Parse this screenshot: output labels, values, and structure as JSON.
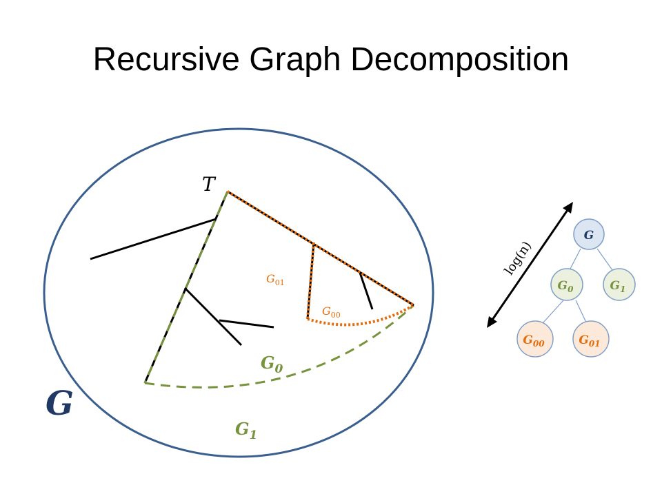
{
  "title": "Recursive Graph Decomposition",
  "labels": {
    "graph": "G",
    "tree": "T",
    "g0_main": "G",
    "g0_sub": "0",
    "g1_main": "G",
    "g1_sub": "1",
    "g01_main": "G",
    "g01_sub": "01",
    "g00_main": "G",
    "g00_sub": "00"
  },
  "hierarchy": {
    "depth_label": "log(n)",
    "nodes": [
      {
        "main": "G",
        "sub": ""
      },
      {
        "main": "G",
        "sub": "0"
      },
      {
        "main": "G",
        "sub": "1"
      },
      {
        "main": "G",
        "sub": "00"
      },
      {
        "main": "G",
        "sub": "01"
      }
    ]
  },
  "colors": {
    "circle": "#3a5f8f",
    "green": "#77933c",
    "orange": "#e46c0a",
    "node_border": "#7f9fc7",
    "node_fill_root": "#dce6f2",
    "node_fill_green": "#ebf1de",
    "node_fill_orange": "#fde9d9"
  }
}
